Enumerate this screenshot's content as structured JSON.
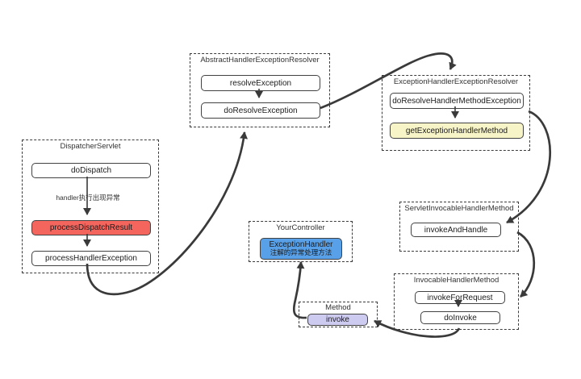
{
  "colors": {
    "red": "#f4655d",
    "yellow": "#f7f4c8",
    "blue": "#58a0e8",
    "purple": "#cecbf1",
    "line": "#3a3a3a",
    "background": "#ffffff"
  },
  "boxes": [
    {
      "title": "DispatcherServlet",
      "edge_label": "handler执行出现异常",
      "methods": [
        {
          "label": "doDispatch"
        },
        {
          "label": "processDispatchResult",
          "highlight": "red"
        },
        {
          "label": "processHandlerException"
        }
      ]
    },
    {
      "title": "AbstractHandlerExceptionResolver",
      "methods": [
        {
          "label": "resolveException"
        },
        {
          "label": "doResolveException"
        }
      ]
    },
    {
      "title": "ExceptionHandlerExceptionResolver",
      "methods": [
        {
          "label": "doResolveHandlerMethodException"
        },
        {
          "label": "getExceptionHandlerMethod",
          "highlight": "yellow"
        }
      ]
    },
    {
      "title": "ServletInvocableHandlerMethod",
      "methods": [
        {
          "label": "invokeAndHandle"
        }
      ]
    },
    {
      "title": "YourController",
      "methods": [
        {
          "label": "ExceptionHandler",
          "sublabel": "注解的异常处理方法",
          "highlight": "blue"
        }
      ]
    },
    {
      "title": "InvocableHandlerMethod",
      "methods": [
        {
          "label": "invokeForRequest"
        },
        {
          "label": "doInvoke"
        }
      ]
    },
    {
      "title": "Method",
      "methods": [
        {
          "label": "invoke",
          "highlight": "purple"
        }
      ]
    }
  ],
  "connections": [
    {
      "from": "doDispatch",
      "to": "processDispatchResult",
      "label": "handler执行出现异常"
    },
    {
      "from": "processDispatchResult",
      "to": "processHandlerException"
    },
    {
      "from": "processHandlerException",
      "to": "AbstractHandlerExceptionResolver.resolveException"
    },
    {
      "from": "resolveException",
      "to": "doResolveException"
    },
    {
      "from": "doResolveException",
      "to": "ExceptionHandlerExceptionResolver.doResolveHandlerMethodException"
    },
    {
      "from": "doResolveHandlerMethodException",
      "to": "getExceptionHandlerMethod"
    },
    {
      "from": "ExceptionHandlerExceptionResolver",
      "to": "ServletInvocableHandlerMethod.invokeAndHandle"
    },
    {
      "from": "ServletInvocableHandlerMethod.invokeAndHandle",
      "to": "InvocableHandlerMethod.invokeForRequest"
    },
    {
      "from": "invokeForRequest",
      "to": "doInvoke"
    },
    {
      "from": "doInvoke",
      "to": "Method.invoke"
    },
    {
      "from": "Method.invoke",
      "to": "YourController.ExceptionHandler"
    }
  ]
}
